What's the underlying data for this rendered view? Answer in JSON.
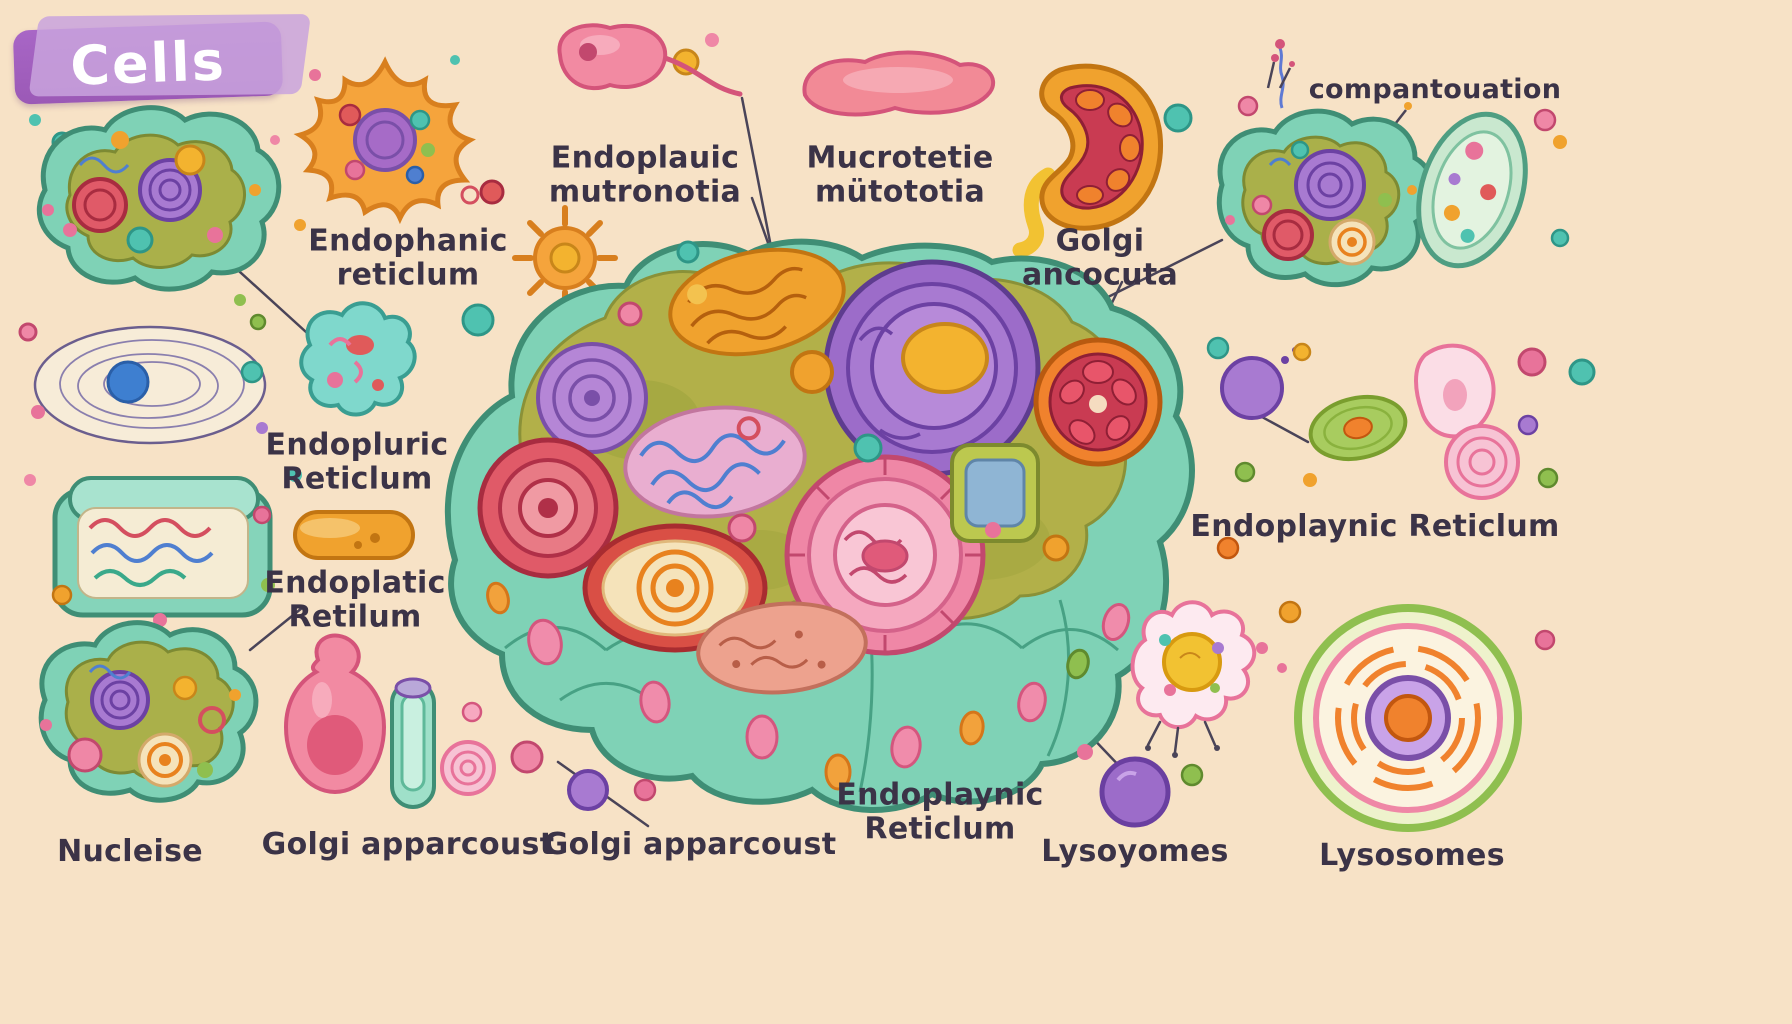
{
  "title": "Cells",
  "labels": {
    "er_top_left": "Endophanic\nreticlum",
    "er_top_center": "Endoplauic\nmutronotia",
    "mitochondria_top": "Mucrotetie\nmütototia",
    "golgi_top_right": "Golgi\nancocuta",
    "compartmentalization": "compantouation",
    "er_mid_left": "Endopluric\nReticlum",
    "er_lower_left": "Endoplatic\nRetilum",
    "er_right": "Endoplaynic Reticlum",
    "er_bottom_center": "Endoplaynic\nReticlum",
    "nucleus": "Nucleise",
    "golgi_bottom_left": "Golgi apparcoust",
    "golgi_bottom_center": "Golgi apparcoust",
    "lysosomes_left": "Lysoyomes",
    "lysosomes_right": "Lysosomes"
  },
  "palette": {
    "background": "#f7e2c6",
    "banner_purple": "#9b59b6",
    "banner_light": "#c9a3dd",
    "label_text": "#3b3347",
    "cell_membrane_teal": "#7fd2b6",
    "cell_outline_green": "#3f8e75",
    "cytoplasm_olive": "#b2b049",
    "nucleus_purple": "#9c6cc9",
    "accent_pink": "#ef87a6",
    "accent_orange": "#f0a22e",
    "accent_red": "#d94f45",
    "accent_blue": "#4f7fd0"
  }
}
